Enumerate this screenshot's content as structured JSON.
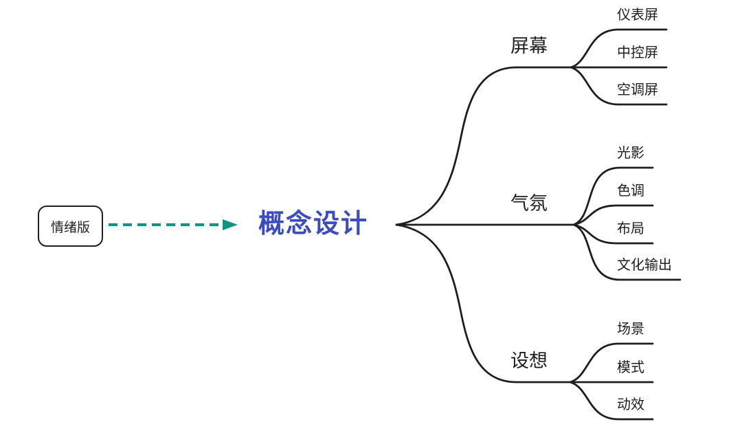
{
  "diagram": {
    "source_node": {
      "label": "情绪版"
    },
    "root_node": {
      "label": "概念设计"
    },
    "branches": [
      {
        "label": "屏幕",
        "children": [
          "仪表屏",
          "中控屏",
          "空调屏"
        ]
      },
      {
        "label": "气氛",
        "children": [
          "光影",
          "色调",
          "布局",
          "文化输出"
        ]
      },
      {
        "label": "设想",
        "children": [
          "场景",
          "模式",
          "动效"
        ]
      }
    ],
    "colors": {
      "line": "#1e1e1e",
      "root_text": "#3b4cc0",
      "arrow": "#129383"
    }
  }
}
